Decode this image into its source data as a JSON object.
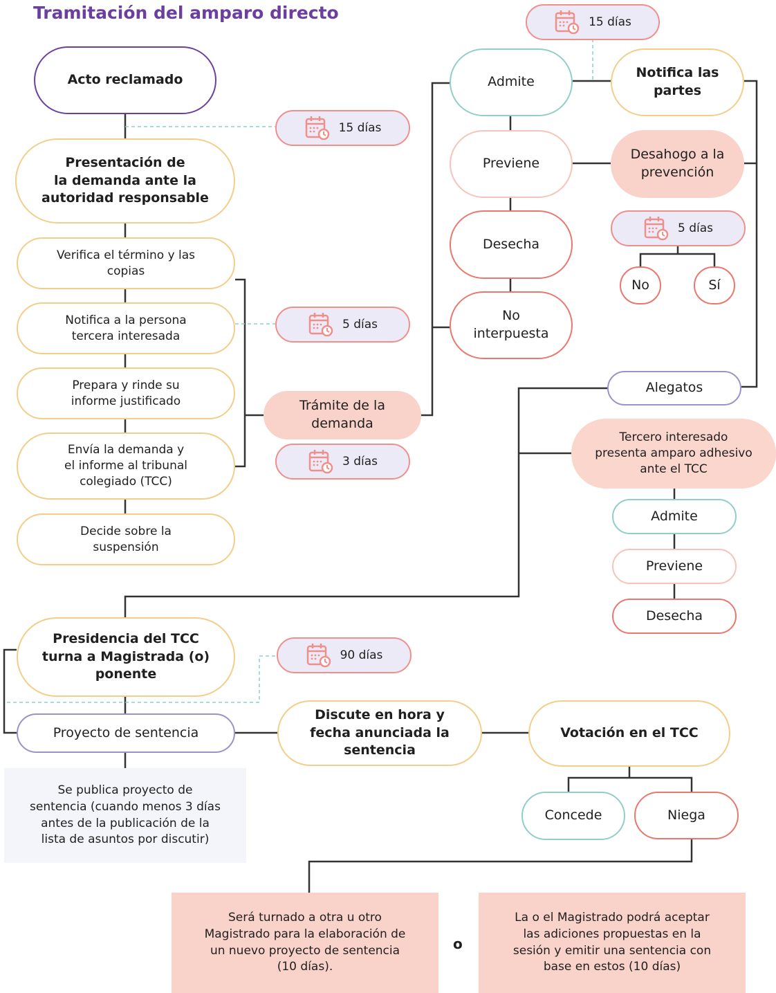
{
  "title": "Tramitación del amparo directo",
  "nodes": {
    "acto": "Acto reclamado",
    "presentacion": "Presentación de\nla demanda ante la\nautoridad responsable",
    "verifica": "Verifica el término y las\ncopias",
    "notifica_tercera": "Notifica a la persona\ntercera interesada",
    "prepara": "Prepara y rinde su\ninforme justificado",
    "envia": "Envía la demanda y\nel informe al tribunal\ncolegiado (TCC)",
    "decide": "Decide sobre la\nsuspensión",
    "tramite": "Trámite de la\ndemanda",
    "admite": "Admite",
    "previene": "Previene",
    "desecha": "Desecha",
    "no_interpuesta": "No\ninterpuesta",
    "notifica_partes": "Notifica las\npartes",
    "desahogo": "Desahogo a la\nprevención",
    "no": "No",
    "si": "Sí",
    "alegatos": "Alegatos",
    "tercero_adhesivo": "Tercero interesado\npresenta amparo adhesivo\nante el TCC",
    "admite2": "Admite",
    "previene2": "Previene",
    "desecha2": "Desecha",
    "presidencia": "Presidencia del TCC\nturna a Magistrada (o)\nponente",
    "proyecto": "Proyecto de sentencia",
    "discute": "Discute en hora y\nfecha anunciada la\nsentencia",
    "votacion": "Votación en el TCC",
    "concede": "Concede",
    "niega": "Niega"
  },
  "deadlines": {
    "d_top": "15 días",
    "d_demanda": "15 días",
    "d_notifica": "5 días",
    "d_tramite": "3 días",
    "d_prevencion": "5 días",
    "d_ponente": "90 días"
  },
  "notes": {
    "publica": "Se publica proyecto de\nsentencia (cuando menos 3 días\nantes de la publicación de la\nlista de asuntos por discutir)",
    "turnado": "Será turnado a otra u otro\nMagistrado para la elaboración de\nun nuevo proyecto de sentencia\n(10 días).",
    "adiciones": "La o el Magistrado podrá aceptar\nlas adiciones propuestas en la\nsesión y emitir una sentencia con\nbase en estos (10 días)",
    "or": "o"
  },
  "colors": {
    "title": "#6b3fa0",
    "purple": "#6b3fa0",
    "gold": "#f3cd8a",
    "teal": "#8fcfc8",
    "light_pink": "#f6c3b9",
    "red": "#e9776d",
    "lavender": "#9d90c9",
    "peach_fill": "#f9d2c9",
    "pill_fill": "#eceaf7",
    "calendar": "#ef8f8b",
    "note_bg": "#f4f5fb",
    "note_pink": "#f9d2c9",
    "connector": "#333333",
    "dashed": "#8fcfc8"
  },
  "icons": {
    "deadline": "calendar-clock-icon"
  }
}
